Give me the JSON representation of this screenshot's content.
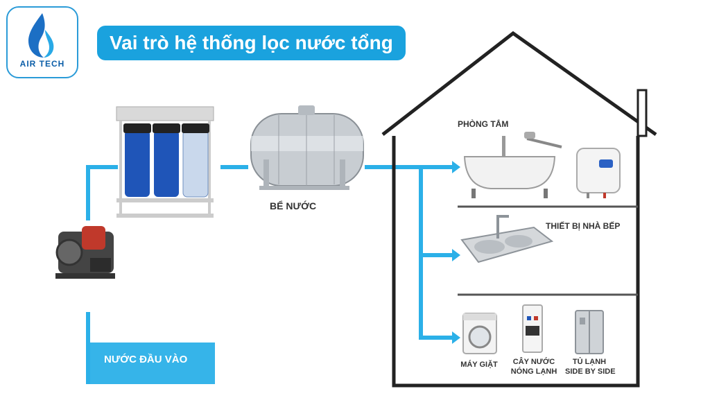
{
  "logo": {
    "text": "AIR TECH"
  },
  "title": "Vai trò hệ thống lọc nước tổng",
  "labels": {
    "tank": "BỂ NƯỚC",
    "input": "NƯỚC ĐẦU VÀO",
    "bathroom": "PHÒNG TẮM",
    "kitchen": "THIẾT BỊ NHÀ BẾP",
    "washer": "MÁY GIẶT",
    "dispenser_line1": "CÂY NƯỚC",
    "dispenser_line2": "NÓNG LẠNH",
    "fridge_line1": "TỦ LẠNH",
    "fridge_line2": "SIDE BY SIDE"
  },
  "colors": {
    "brand": "#1aa2de",
    "pipe": "#2bb0e8",
    "house": "#222222"
  }
}
